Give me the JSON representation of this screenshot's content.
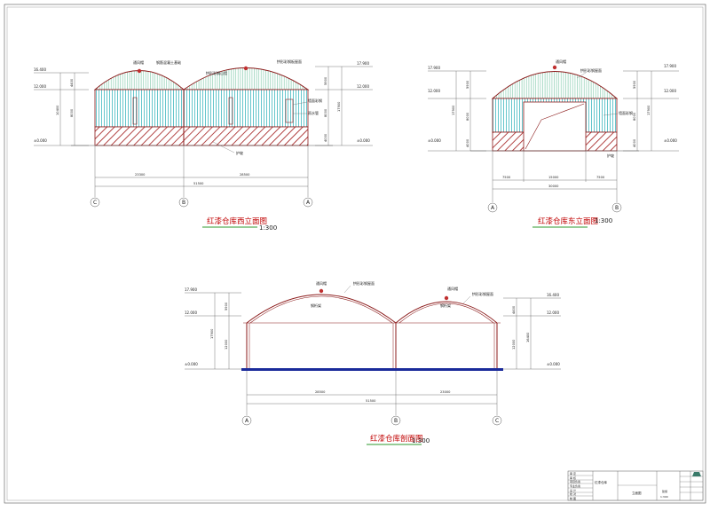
{
  "drawing_colors": {
    "outline": "#8b1a1a",
    "cyan_fill": "#3fb8c0",
    "hatch": "#a01818",
    "green_underline": "#2e9a2e",
    "blue_slab": "#1a2a9a"
  },
  "west_elevation": {
    "title": "红漆仓库西立面图",
    "scale": "1:300",
    "axes": [
      "C",
      "B",
      "A"
    ],
    "levels_left": [
      "16.400",
      "12.000",
      "±0.000"
    ],
    "levels_right": [
      "17.900",
      "12.000",
      "±0.000"
    ],
    "dims_bottom": [
      "23300",
      "28500"
    ],
    "dim_total": "51500",
    "dims_left_vertical": [
      "4400",
      "10400",
      "8000"
    ],
    "dims_right_vertical": [
      "5900",
      "17900",
      "8000",
      "4000"
    ],
    "notes": [
      "通风帽",
      "钢筋混凝土基础",
      "拱形彩钢板屋面",
      "拱形彩钢山墙",
      "墙面彩钢",
      "雨水管",
      "护坡"
    ]
  },
  "east_elevation": {
    "title": "红漆仓库东立面图",
    "scale": "1:300",
    "axes": [
      "A",
      "B"
    ],
    "levels_left": [
      "17.900",
      "12.000",
      "±0.000"
    ],
    "levels_right": [
      "17.900",
      "12.000",
      "±0.000"
    ],
    "dims_bottom": [
      "7500",
      "15000",
      "7500"
    ],
    "dim_total": "30000",
    "dims_left_vertical": [
      "5900",
      "17900",
      "8000",
      "4000"
    ],
    "dims_right_vertical": [
      "5900",
      "17900",
      "8000",
      "4000"
    ],
    "notes": [
      "通风帽",
      "拱形彩钢屋面",
      "墙面彩钢",
      "护坡"
    ]
  },
  "section": {
    "title": "红漆仓库剖面图",
    "scale": "1:300",
    "axes": [
      "A",
      "B",
      "C"
    ],
    "levels_left": [
      "17.900",
      "12.000",
      "±0.000"
    ],
    "levels_right": [
      "16.400",
      "12.000",
      "±0.000"
    ],
    "dims_bottom": [
      "28500",
      "23000"
    ],
    "dim_total": "51500",
    "dims_left_vertical": [
      "5900",
      "17900",
      "12000"
    ],
    "dims_right_vertical": [
      "4400",
      "16400",
      "12000"
    ],
    "notes": [
      "通风帽",
      "拱形彩钢屋面",
      "钢桁架",
      "通风帽",
      "拱形彩钢屋面",
      "钢桁架"
    ]
  },
  "title_block": {
    "project": "红漆仓库",
    "drawing": "立面图",
    "scale": "1:300",
    "sheet": "建施",
    "rows": [
      "审 定",
      "审 核",
      "项目负责",
      "专业负责",
      "设 计",
      "校 对",
      "制 图"
    ]
  }
}
